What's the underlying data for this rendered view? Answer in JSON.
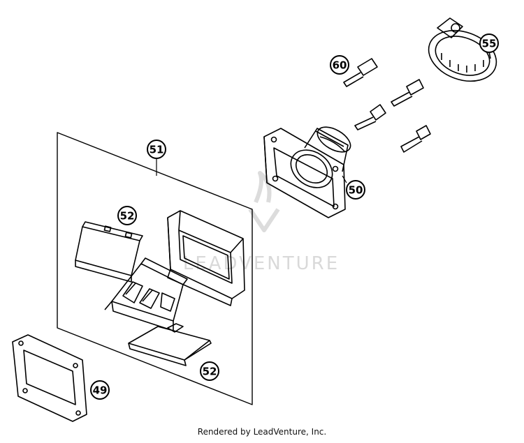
{
  "diagram": {
    "callouts": {
      "c49": "49",
      "c50": "50",
      "c51": "51",
      "c52a": "52",
      "c52b": "52",
      "c55": "55",
      "c60": "60"
    },
    "watermark": "LEADVENTURE",
    "footer": "Rendered by LeadVenture, Inc."
  },
  "colors": {
    "line": "#000000",
    "watermark": "#d9d9d9"
  }
}
